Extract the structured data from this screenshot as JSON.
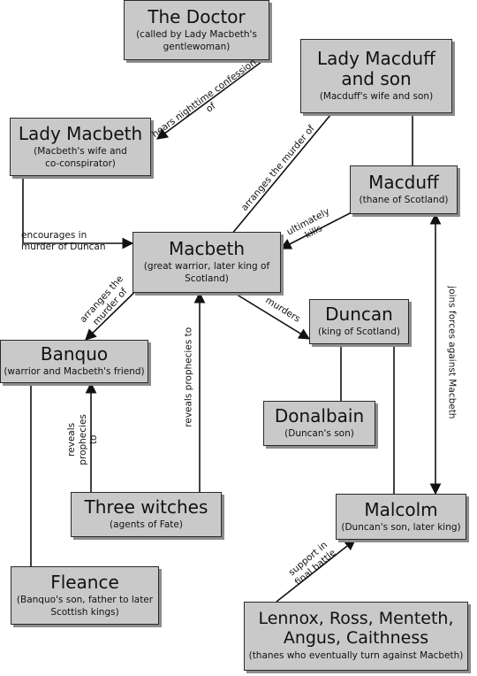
{
  "nodes": {
    "doctor": {
      "name": "The Doctor",
      "desc": "(called by Lady Macbeth's gentlewoman)"
    },
    "lady_macduff": {
      "name": "Lady Macduff and son",
      "desc": "(Macduff's wife and son)"
    },
    "lady_macbeth": {
      "name": "Lady Macbeth",
      "desc": "(Macbeth's wife and co-conspirator)"
    },
    "macduff": {
      "name": "Macduff",
      "desc": "(thane of Scotland)"
    },
    "macbeth": {
      "name": "Macbeth",
      "desc": "(great warrior, later king of Scotland)"
    },
    "duncan": {
      "name": "Duncan",
      "desc": "(king of Scotland)"
    },
    "banquo": {
      "name": "Banquo",
      "desc": "(warrior and Macbeth's friend)"
    },
    "donalbain": {
      "name": "Donalbain",
      "desc": "(Duncan's son)"
    },
    "three_witches": {
      "name": "Three witches",
      "desc": "(agents of Fate)"
    },
    "malcolm": {
      "name": "Malcolm",
      "desc": "(Duncan's son, later king)"
    },
    "fleance": {
      "name": "Fleance",
      "desc": "(Banquo's son, father to later Scottish kings)"
    },
    "thanes": {
      "name": "Lennox, Ross, Menteth, Angus, Caithness",
      "desc": "(thanes who eventually turn against Macbeth)"
    }
  },
  "edges": {
    "hears": "hears nighttime confession of",
    "arranges_macduff": "arranges the murder of",
    "encourages": "encourages in murder of Duncan",
    "kills": "ultimately kills",
    "arranges_banquo": "arranges the murder of",
    "murders": "murders",
    "joins": "joins forces against Macbeth",
    "reveals_macbeth": "reveals prophecies to",
    "reveals_banquo": "reveals prophecies to",
    "support": "support in final battle"
  },
  "colors": {
    "box_fill": "#c9c9c9",
    "box_border": "#2a2a2a",
    "line": "#111111"
  }
}
